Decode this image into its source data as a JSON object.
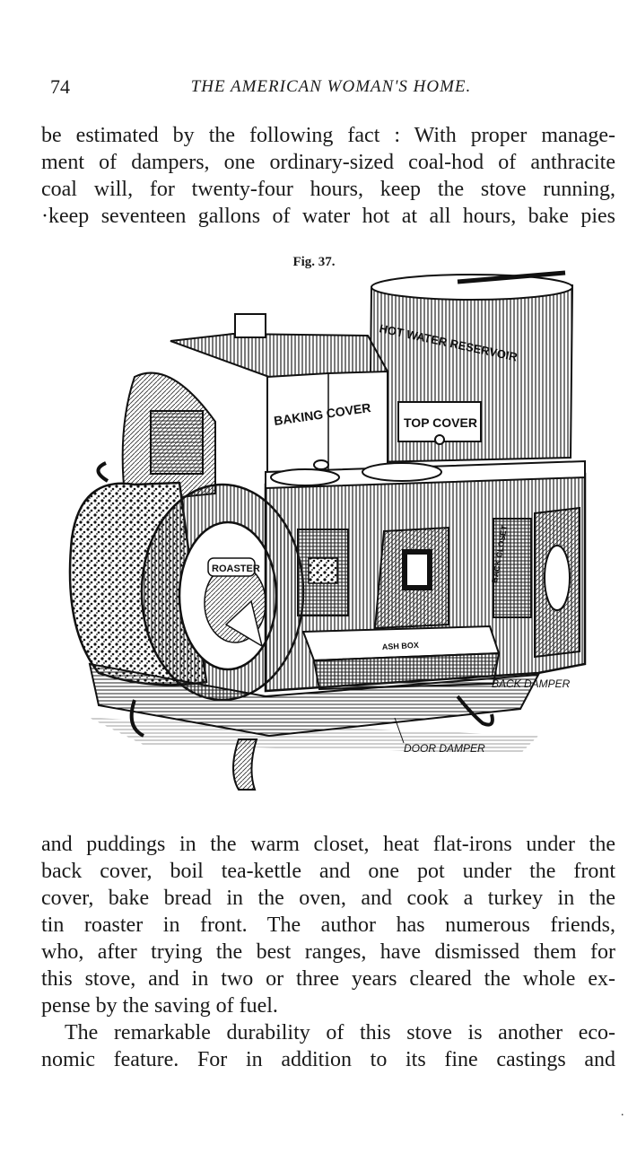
{
  "header": {
    "page_number": "74",
    "running_title": "THE AMERICAN WOMAN'S HOME."
  },
  "text_top": [
    "be estimated by the following fact : With proper manage-",
    "ment of dampers, one ordinary-sized coal-hod of anthracite",
    "coal will, for twenty-four hours, keep the stove running,",
    "·keep seventeen gallons of water hot at all hours, bake pies"
  ],
  "figure": {
    "caption": "Fig. 37.",
    "labels": {
      "hot_water_reservoir": "HOT WATER RESERVOIR",
      "baking_cover": "BAKING COVER",
      "top_cover": "TOP COVER",
      "roaster": "ROASTER",
      "back_closet": "BACK CLOSET",
      "ash_box": "ASH BOX",
      "back_damper": "BACK DAMPER",
      "door_damper": "DOOR DAMPER"
    }
  },
  "text_bottom": [
    "and puddings in the warm closet, heat flat-irons under the",
    "back cover, boil tea-kettle and one pot under the front",
    "cover, bake bread in the oven, and cook a turkey in the",
    "tin roaster in front. The author has numerous friends,",
    "who, after trying the best ranges, have dismissed them for",
    "this stove, and in two or three years cleared the whole ex-",
    "pense by the saving of fuel.",
    "The remarkable durability of this stove is another eco-",
    "nomic feature. For in addition to its fine castings and"
  ],
  "margin_mark": "·"
}
